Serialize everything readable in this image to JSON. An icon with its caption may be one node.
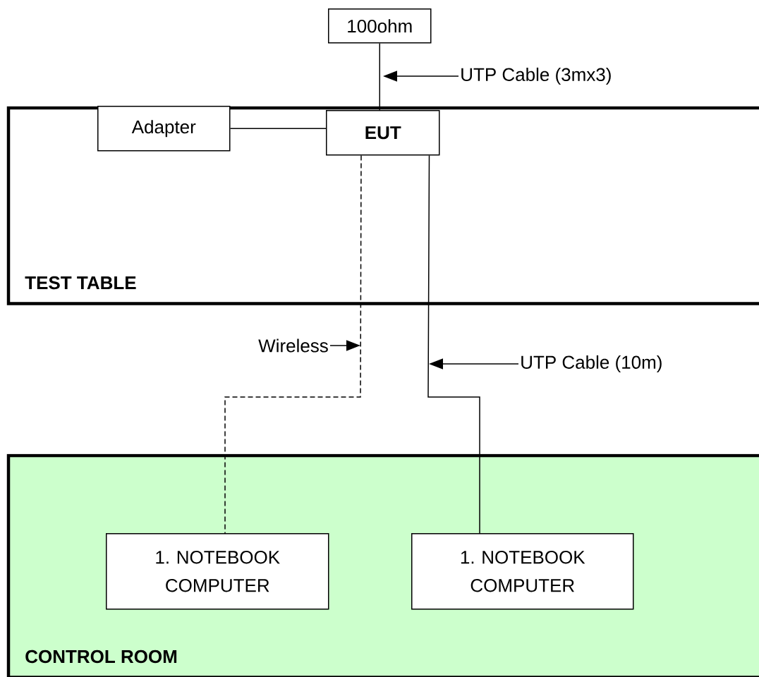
{
  "diagram": {
    "nodes": [
      {
        "text": [
          "TEST TABLE"
        ]
      },
      {
        "text": [
          "100ohm"
        ]
      },
      {
        "text": [
          "Adapter"
        ],
        "in": 0
      },
      {
        "text": [
          "EUT"
        ],
        "in": 0
      },
      {
        "text": [
          "CONTROL ROOM"
        ]
      },
      {
        "text": [
          "1. NOTEBOOK COMPUTER"
        ],
        "in": 4
      },
      {
        "text": [
          "1. NOTEBOOK COMPUTER"
        ],
        "in": 4
      },
      {
        "text": [
          "UTP Cable (3mx3)"
        ]
      },
      {
        "text": [
          "Wireless"
        ]
      },
      {
        "text": [
          "UTP Cable (10m)"
        ]
      }
    ],
    "edges": [
      {
        "from": 1,
        "to": 3,
        "arrow": "none"
      },
      {
        "from": 2,
        "to": 3,
        "arrow": "none"
      },
      {
        "from": 3,
        "to": 5,
        "arrow": "none",
        "style": "dashed"
      },
      {
        "from": 3,
        "to": 6,
        "arrow": "none"
      },
      {
        "from": 7,
        "to": null,
        "arrow": "to"
      },
      {
        "from": 8,
        "to": null,
        "arrow": "to"
      },
      {
        "from": 9,
        "to": null,
        "arrow": "to"
      }
    ]
  }
}
